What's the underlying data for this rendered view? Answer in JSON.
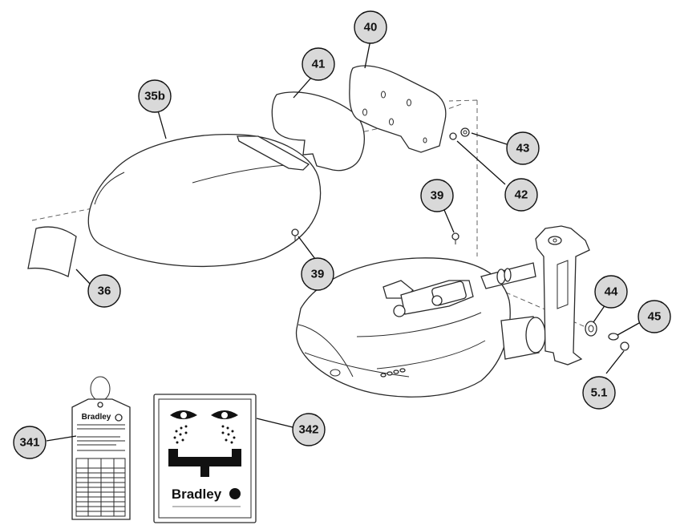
{
  "callouts": {
    "c40": "40",
    "c41": "41",
    "c35b": "35b",
    "c43": "43",
    "c42": "42",
    "c39a": "39",
    "c39b": "39",
    "c36": "36",
    "c44": "44",
    "c45": "45",
    "c51": "5.1",
    "c341": "341",
    "c342": "342"
  },
  "tag": {
    "brand": "Bradley"
  },
  "sign": {
    "brand": "Bradley"
  },
  "colors": {
    "bubble_fill": "#d9d9d9",
    "line": "#2a2a2a"
  }
}
